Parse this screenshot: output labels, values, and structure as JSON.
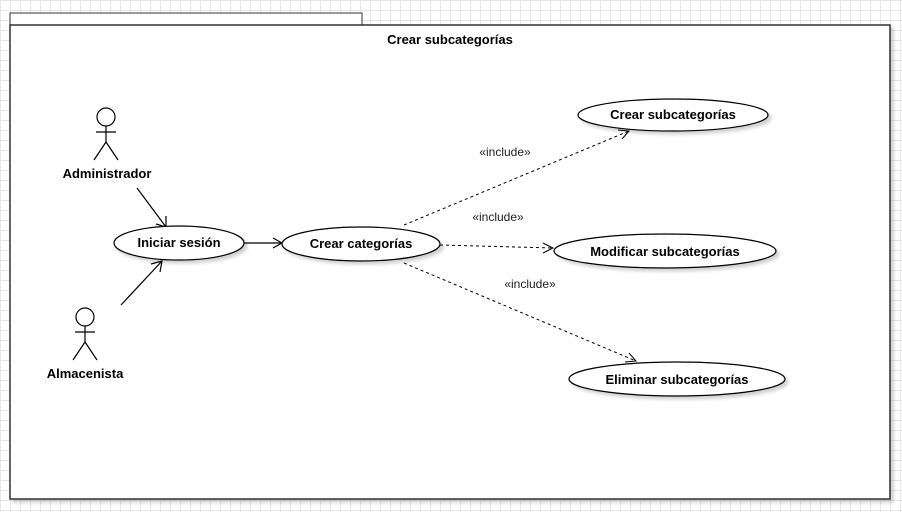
{
  "diagram": {
    "frame_title": "Crear subcategorías",
    "actors": [
      {
        "id": "administrador",
        "label": "Administrador"
      },
      {
        "id": "almacenista",
        "label": "Almacenista"
      }
    ],
    "use_cases": [
      {
        "id": "iniciar",
        "label": "Iniciar sesión"
      },
      {
        "id": "crear_cat",
        "label": "Crear categorías"
      },
      {
        "id": "crear_sub",
        "label": "Crear subcategorías"
      },
      {
        "id": "modificar_sub",
        "label": "Modificar subcategorías"
      },
      {
        "id": "eliminar_sub",
        "label": "Eliminar subcategorías"
      }
    ],
    "relations": [
      {
        "from": "administrador",
        "to": "iniciar",
        "type": "association"
      },
      {
        "from": "almacenista",
        "to": "iniciar",
        "type": "association"
      },
      {
        "from": "iniciar",
        "to": "crear_cat",
        "type": "association"
      },
      {
        "from": "crear_cat",
        "to": "crear_sub",
        "type": "include",
        "label": "«include»"
      },
      {
        "from": "crear_cat",
        "to": "modificar_sub",
        "type": "include",
        "label": "«include»"
      },
      {
        "from": "crear_cat",
        "to": "eliminar_sub",
        "type": "include",
        "label": "«include»"
      }
    ]
  }
}
